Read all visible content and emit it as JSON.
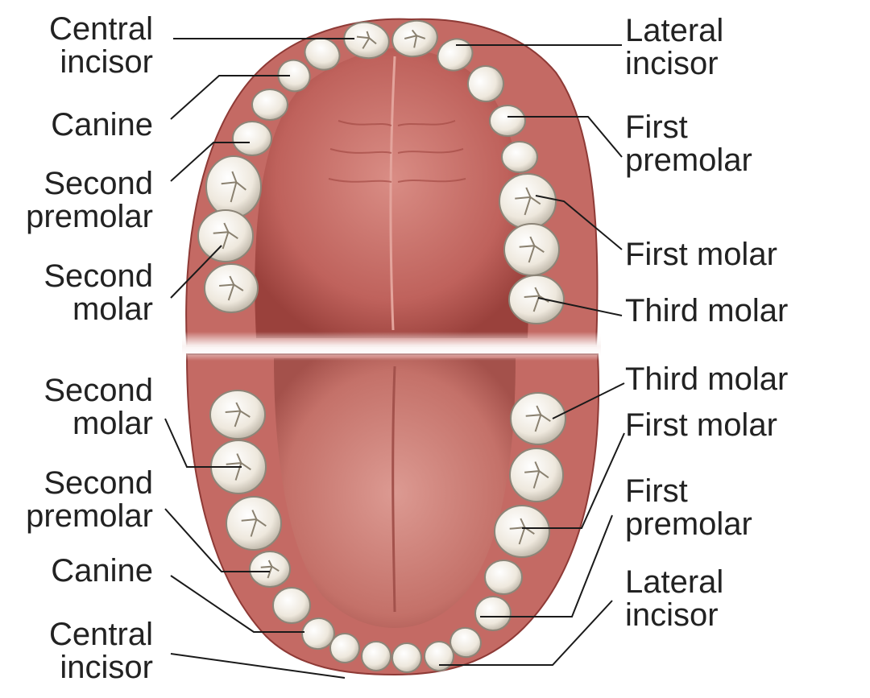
{
  "colors": {
    "gum": "#c46a64",
    "gum_dark": "#8e3a36",
    "palate": "#b85a55",
    "palate_light": "#d88a82",
    "tongue": "#c97a73",
    "tooth": "#f2eee6",
    "tooth_edge": "#8c8578",
    "leader": "#1a1a1a",
    "separator": "#f7eeec"
  },
  "upper_left": [
    {
      "key": "central_incisor",
      "text": "Central\nincisor"
    },
    {
      "key": "canine",
      "text": "Canine"
    },
    {
      "key": "second_premolar",
      "text": "Second\npremolar"
    },
    {
      "key": "second_molar",
      "text": "Second\nmolar"
    }
  ],
  "upper_right": [
    {
      "key": "lateral_incisor",
      "text": "Lateral\nincisor"
    },
    {
      "key": "first_premolar",
      "text": "First\npremolar"
    },
    {
      "key": "first_molar",
      "text": "First molar"
    },
    {
      "key": "third_molar",
      "text": "Third molar"
    }
  ],
  "lower_left": [
    {
      "key": "second_molar",
      "text": "Second\nmolar"
    },
    {
      "key": "second_premolar",
      "text": "Second\npremolar"
    },
    {
      "key": "canine",
      "text": "Canine"
    },
    {
      "key": "central_incisor",
      "text": "Central\nincisor"
    }
  ],
  "lower_right": [
    {
      "key": "third_molar",
      "text": "Third molar"
    },
    {
      "key": "first_molar",
      "text": "First molar"
    },
    {
      "key": "first_premolar",
      "text": "First\npremolar"
    },
    {
      "key": "lateral_incisor",
      "text": "Lateral\nincisor"
    }
  ]
}
